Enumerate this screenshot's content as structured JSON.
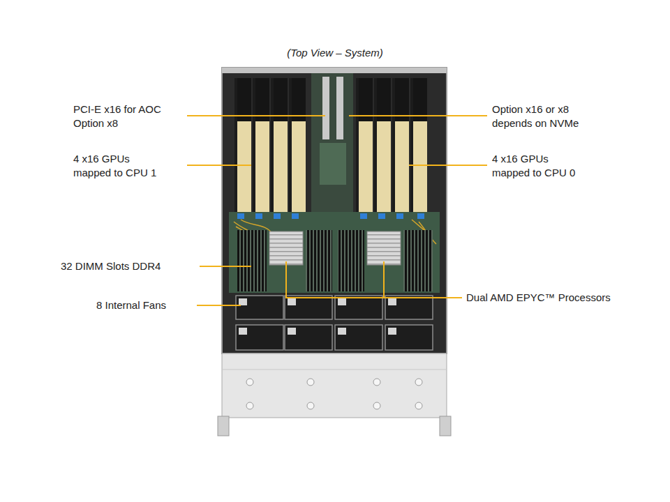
{
  "diagram": {
    "title": "(Top View – System)",
    "labels": [
      "PCI-E x16 for AOC Option x8",
      "4 x16 GPUs mapped to CPU 1",
      "32 DIMM Slots DDR4",
      "8 Internal Fans",
      "Option x16 or x8 depends on NVMe",
      "4 x16 GPUs mapped to CPU 0",
      "Dual AMD EPYC™ Processors"
    ]
  }
}
